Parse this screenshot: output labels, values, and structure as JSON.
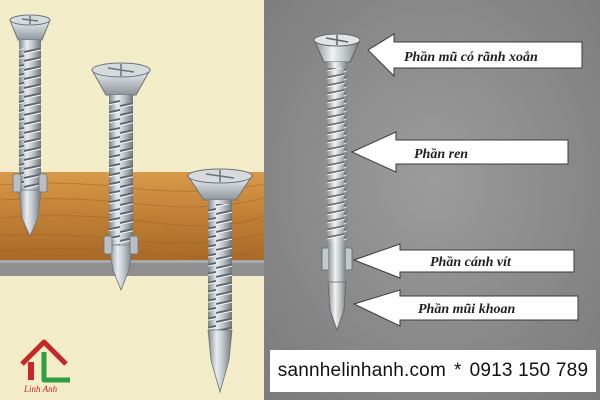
{
  "diagram": {
    "labels": [
      {
        "id": "head",
        "text": "Phần mũ có rãnh xoắn"
      },
      {
        "id": "thread",
        "text": "Phần ren"
      },
      {
        "id": "wing",
        "text": "Phần cánh vít"
      },
      {
        "id": "drill",
        "text": "Phần mũi khoan"
      }
    ]
  },
  "contact": {
    "website": "sannhelinhanh.com",
    "separator": "*",
    "phone": "0913 150 789"
  },
  "logo": {
    "brand_text": "Linh Anh"
  },
  "colors": {
    "background_cream": "#f3ecc8",
    "wood": "#c98a3c",
    "steel_plate": "#8f8f8f",
    "screw_steel": "#c9ced3",
    "photo_background": "#8b8b8b",
    "callout_fill": "#ffffff",
    "logo_red": "#c62828",
    "logo_green": "#2e9e3e"
  }
}
